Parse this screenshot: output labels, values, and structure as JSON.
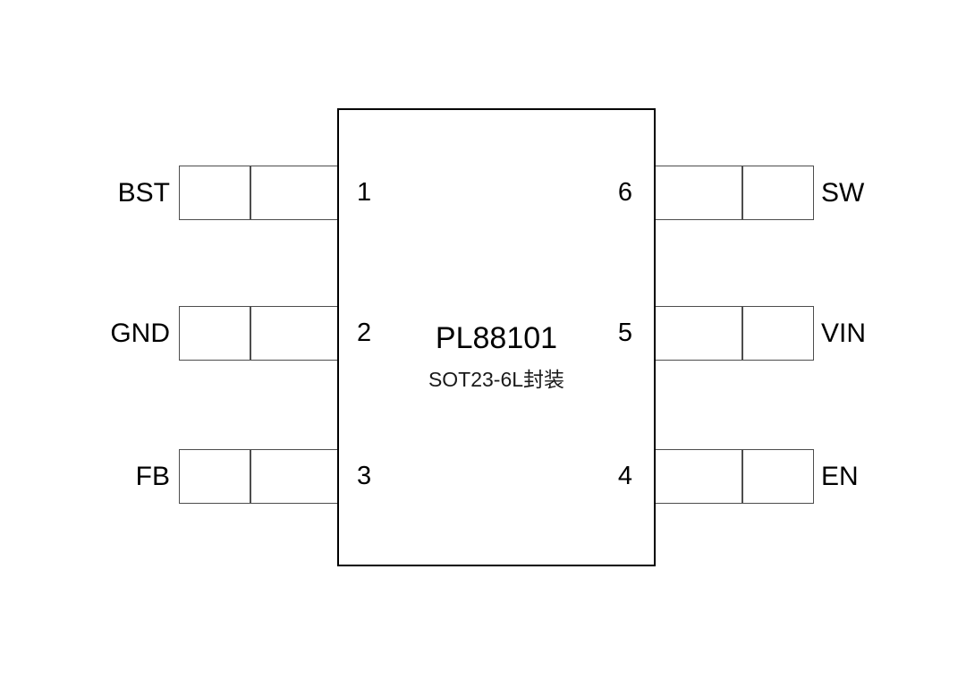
{
  "chip": {
    "part_number": "PL88101",
    "package": "SOT23-6L封装"
  },
  "pins": [
    {
      "number": "1",
      "label": "BST",
      "side": "left",
      "row": 1
    },
    {
      "number": "2",
      "label": "GND",
      "side": "left",
      "row": 2
    },
    {
      "number": "3",
      "label": "FB",
      "side": "left",
      "row": 3
    },
    {
      "number": "6",
      "label": "SW",
      "side": "right",
      "row": 1
    },
    {
      "number": "5",
      "label": "VIN",
      "side": "right",
      "row": 2
    },
    {
      "number": "4",
      "label": "EN",
      "side": "right",
      "row": 3
    }
  ],
  "colors": {
    "background": "#ffffff",
    "chip_border": "#000000",
    "pad_border": "#4d4d4d",
    "text": "#000000"
  }
}
